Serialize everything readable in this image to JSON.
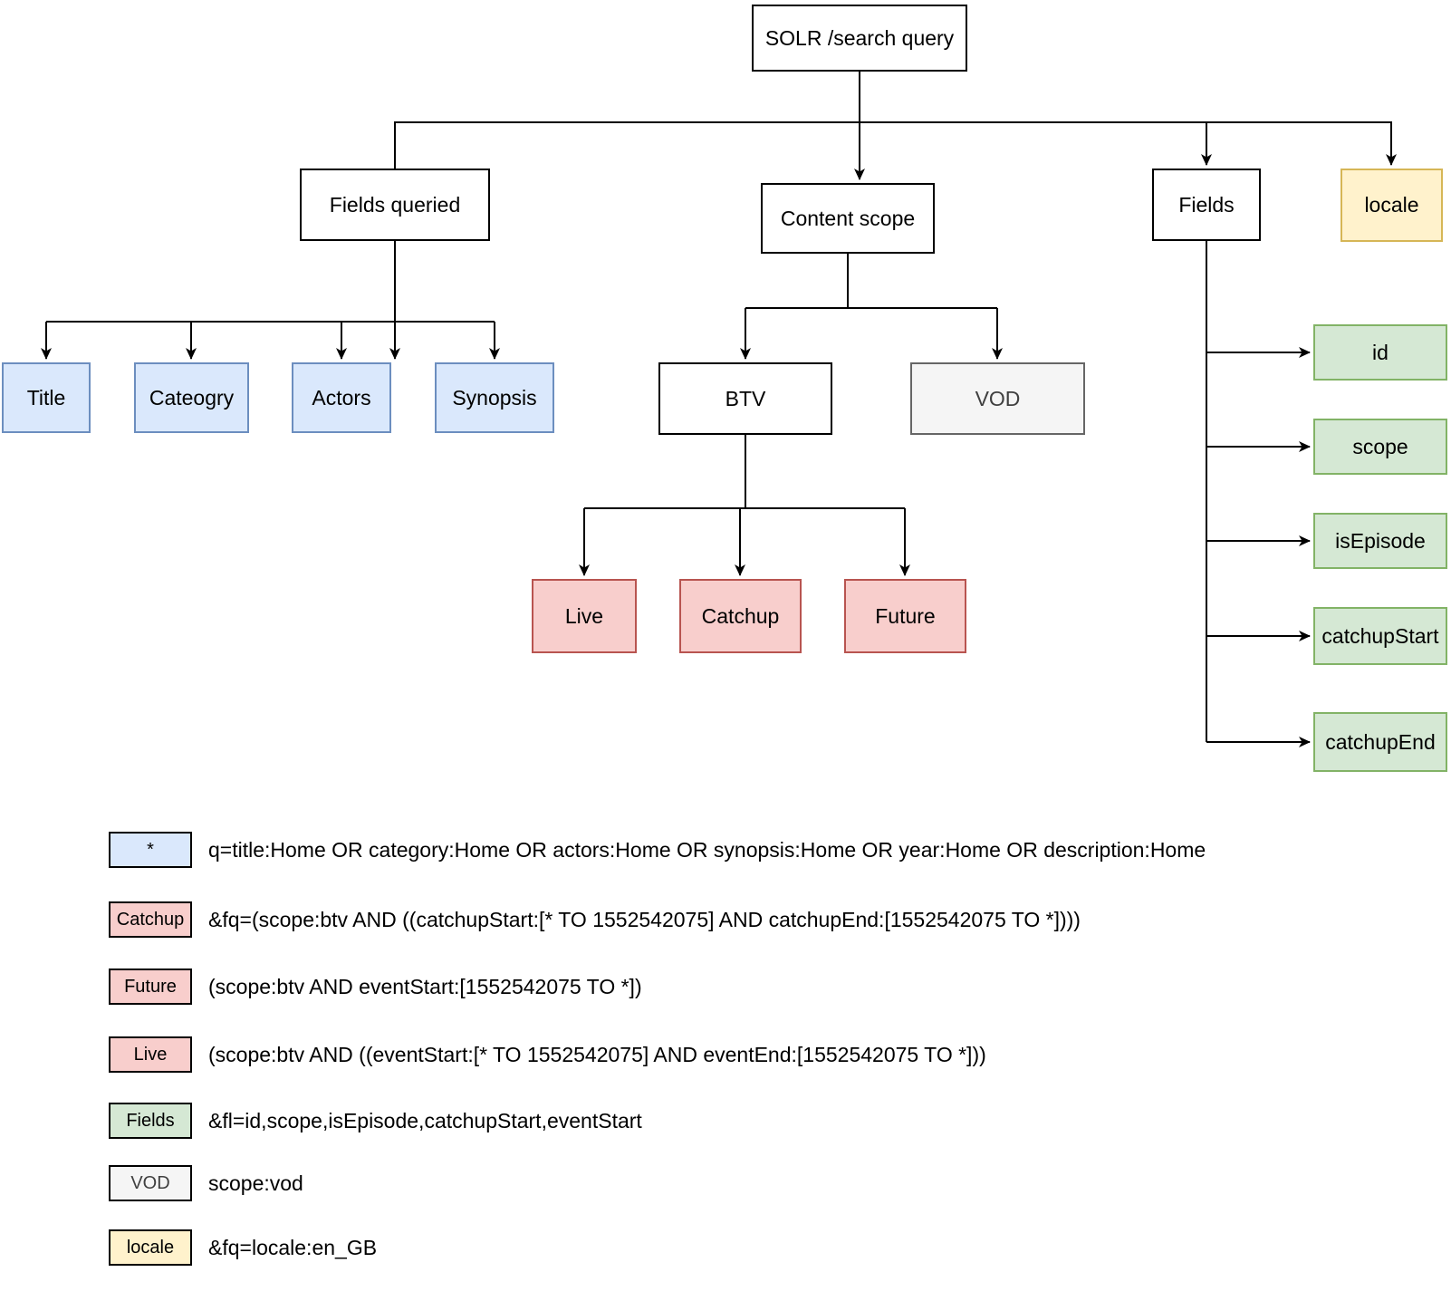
{
  "diagram": {
    "title": "SOLR /search query",
    "nodes": [
      {
        "id": "solr",
        "label": "SOLR /search query",
        "type": "plain"
      },
      {
        "id": "fieldsqueried",
        "label": "Fields queried",
        "type": "plain"
      },
      {
        "id": "contentscope",
        "label": "Content scope",
        "type": "plain"
      },
      {
        "id": "fields",
        "label": "Fields",
        "type": "plain"
      },
      {
        "id": "locale",
        "label": "locale",
        "type": "yellow"
      },
      {
        "id": "title",
        "label": "Title",
        "type": "blue"
      },
      {
        "id": "cateogry",
        "label": "Cateogry",
        "type": "blue"
      },
      {
        "id": "actors",
        "label": "Actors",
        "type": "blue"
      },
      {
        "id": "synopsis",
        "label": "Synopsis",
        "type": "blue"
      },
      {
        "id": "btv",
        "label": "BTV",
        "type": "plain"
      },
      {
        "id": "vod",
        "label": "VOD",
        "type": "gray"
      },
      {
        "id": "live",
        "label": "Live",
        "type": "red"
      },
      {
        "id": "catchup",
        "label": "Catchup",
        "type": "red"
      },
      {
        "id": "future",
        "label": "Future",
        "type": "red"
      },
      {
        "id": "id",
        "label": "id",
        "type": "green"
      },
      {
        "id": "scope",
        "label": "scope",
        "type": "green"
      },
      {
        "id": "isEpisode",
        "label": "isEpisode",
        "type": "green"
      },
      {
        "id": "catchupStart",
        "label": "catchupStart",
        "type": "green"
      },
      {
        "id": "catchupEnd",
        "label": "catchupEnd",
        "type": "green"
      }
    ],
    "edges": [
      {
        "from": "solr",
        "to": "fieldsqueried"
      },
      {
        "from": "solr",
        "to": "contentscope"
      },
      {
        "from": "solr",
        "to": "fields"
      },
      {
        "from": "solr",
        "to": "locale"
      },
      {
        "from": "fieldsqueried",
        "to": "title"
      },
      {
        "from": "fieldsqueried",
        "to": "cateogry"
      },
      {
        "from": "fieldsqueried",
        "to": "actors"
      },
      {
        "from": "fieldsqueried",
        "to": "synopsis"
      },
      {
        "from": "contentscope",
        "to": "btv"
      },
      {
        "from": "contentscope",
        "to": "vod"
      },
      {
        "from": "btv",
        "to": "live"
      },
      {
        "from": "btv",
        "to": "catchup"
      },
      {
        "from": "btv",
        "to": "future"
      },
      {
        "from": "fields",
        "to": "id"
      },
      {
        "from": "fields",
        "to": "scope"
      },
      {
        "from": "fields",
        "to": "isEpisode"
      },
      {
        "from": "fields",
        "to": "catchupStart"
      },
      {
        "from": "fields",
        "to": "catchupEnd"
      }
    ]
  },
  "legend": {
    "items": [
      {
        "swatch": "*",
        "type": "blue",
        "text": "q=title:Home OR category:Home OR actors:Home OR synopsis:Home OR year:Home OR description:Home"
      },
      {
        "swatch": "Catchup",
        "type": "red",
        "text": "&fq=(scope:btv AND ((catchupStart:[* TO 1552542075] AND catchupEnd:[1552542075 TO *])))"
      },
      {
        "swatch": "Future",
        "type": "red",
        "text": "(scope:btv AND eventStart:[1552542075 TO *])"
      },
      {
        "swatch": "Live",
        "type": "red",
        "text": "(scope:btv AND ((eventStart:[* TO 1552542075] AND eventEnd:[1552542075 TO *]))"
      },
      {
        "swatch": "Fields",
        "type": "green",
        "text": "&fl=id,scope,isEpisode,catchupStart,eventStart"
      },
      {
        "swatch": "VOD",
        "type": "gray",
        "text": "scope:vod"
      },
      {
        "swatch": "locale",
        "type": "yellow",
        "text": "&fq=locale:en_GB"
      }
    ]
  },
  "colors": {
    "blue_fill": "#dae8fc",
    "blue_border": "#6c8ebf",
    "red_fill": "#f8cecc",
    "red_border": "#b85450",
    "green_fill": "#d5e8d4",
    "green_border": "#82b366",
    "yellow_fill": "#fff2cc",
    "yellow_border": "#d6b656",
    "gray_fill": "#f5f5f5",
    "gray_border": "#666666",
    "line": "#000000"
  }
}
